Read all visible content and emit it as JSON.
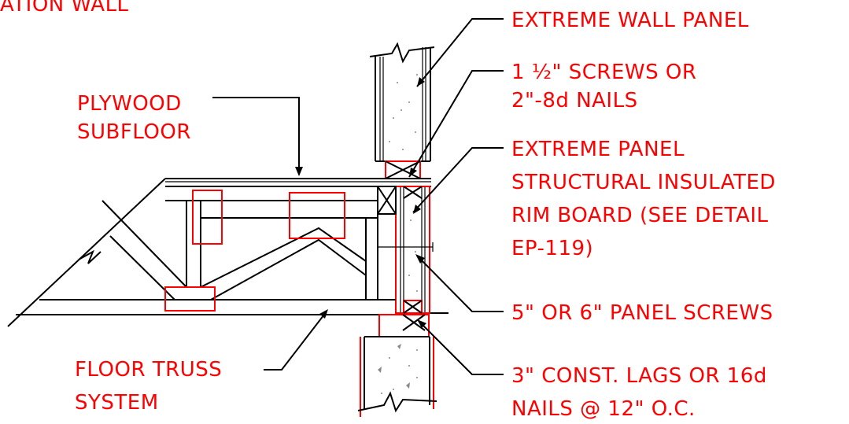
{
  "labels": {
    "top_cut": "ATION WALL",
    "extreme_wall_panel": "EXTREME WALL PANEL",
    "screws_line1": "1 ½\" SCREWS OR",
    "screws_line2": "2\"-8d NAILS",
    "plywood_line1": "PLYWOOD",
    "plywood_line2": "SUBFLOOR",
    "rim_line1": "EXTREME PANEL",
    "rim_line2": "STRUCTURAL INSULATED",
    "rim_line3": "RIM BOARD (SEE DETAIL",
    "rim_line4": "EP-119)",
    "panel_screws": "5\" OR 6\" PANEL SCREWS",
    "truss_line1": "FLOOR TRUSS",
    "truss_line2": "SYSTEM",
    "lags_line1": "3\" CONST. LAGS OR 16d",
    "lags_line2": "NAILS @ 12\" O.C."
  },
  "colors": {
    "annotation": "#ff0000",
    "linework": "#000000",
    "background": "#ffffff"
  }
}
